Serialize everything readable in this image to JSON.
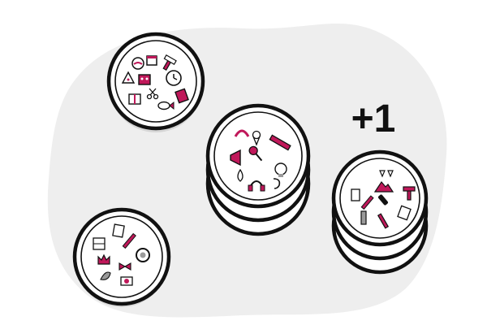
{
  "score": {
    "label": "+1"
  },
  "colors": {
    "background": "#ffffff",
    "blob": "#eeeeee",
    "outline": "#111111",
    "accent": "#c0185a",
    "shadow": "#d6d6d6",
    "icon_gray": "#9a9a9a"
  },
  "cards": [
    {
      "id": "top-left-card",
      "stacked": false,
      "icons": [
        "fishbowl-icon",
        "calendar-icon",
        "hammer-icon",
        "pizza-icon",
        "robot-icon",
        "alarm-clock-icon",
        "trash-bin-icon",
        "present-icon",
        "fish-icon",
        "scissors-icon"
      ]
    },
    {
      "id": "center-card-stack",
      "stacked": true,
      "icons": [
        "boomerang-icon",
        "ice-cream-icon",
        "microphone-icon",
        "pencil-icon",
        "megaphone-icon",
        "drop-icon",
        "lightbulb-icon",
        "headphones-icon",
        "ear-icon",
        "arrow-icon"
      ]
    },
    {
      "id": "right-card-stack",
      "stacked": true,
      "icons": [
        "wine-glasses-icon",
        "mountain-icon",
        "hammer-icon",
        "notebook-icon",
        "pencil-icon",
        "phone-icon",
        "clothes-pin-icon",
        "paper-icon",
        "spanner-icon",
        "paint-brush-icon"
      ]
    },
    {
      "id": "bottom-left-card",
      "stacked": false,
      "icons": [
        "paper-icon",
        "spool-icon",
        "paint-brush-icon",
        "tire-icon",
        "crown-icon",
        "bow-icon",
        "leaf-icon",
        "camera-icon"
      ]
    }
  ]
}
